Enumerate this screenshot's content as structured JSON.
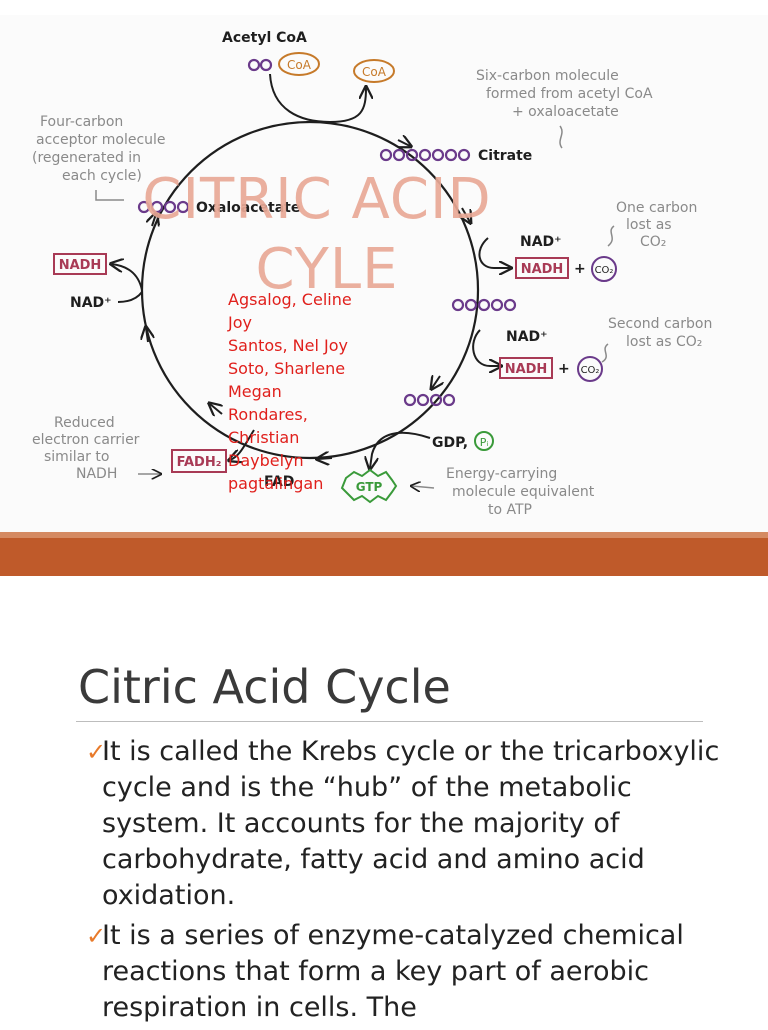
{
  "slide1": {
    "diagram": {
      "acetyl_coa": "Acetyl CoA",
      "coa_left": "CoA",
      "coa_right": "CoA",
      "six_carbon_note": [
        "Six-carbon molecule",
        "formed from acetyl CoA",
        "+ oxaloacetate"
      ],
      "four_carbon_note": [
        "Four-carbon",
        "acceptor molecule",
        "(regenerated in",
        "each cycle)"
      ],
      "citrate": "Citrate",
      "oxaloacetate": "Oxaloacetate",
      "nad_plus_1": "NAD⁺",
      "nadh_1": "NADH",
      "co2_1": "CO₂",
      "one_carbon_note": [
        "One carbon",
        "lost as",
        "CO₂"
      ],
      "nad_plus_2": "NAD⁺",
      "nadh_2": "NADH",
      "co2_2": "CO₂",
      "second_carbon_note": [
        "Second carbon",
        "lost as CO₂"
      ],
      "nadh_left": "NADH",
      "nad_plus_left": "NAD⁺",
      "reduced_note": [
        "Reduced",
        "electron carrier",
        "similar to",
        "NADH"
      ],
      "fadh2": "FADH₂",
      "fad": "FAD",
      "gdp": "GDP,",
      "pi": "Pᵢ",
      "gtp": "GTP",
      "energy_note": [
        "Energy-carrying",
        "molecule equivalent",
        "to ATP"
      ],
      "plus": "+"
    },
    "title_line1": "CITRIC ACID",
    "title_line2": "CYLE",
    "authors": [
      "Agsalog, Celine",
      "Joy",
      "Santos, Nel Joy",
      "Soto, Sharlene",
      "Megan",
      "Rondares,",
      "Christian",
      "Daybelyn",
      "pagtalingan"
    ],
    "colors": {
      "title": "#e8a896",
      "authors": "#e0201c",
      "band": "#bf5a2a",
      "nadh_box": "#a83a55",
      "carbon": "#6a3a8a",
      "coa": "#c67a2a",
      "gtp": "#3a9a3a"
    }
  },
  "slide2": {
    "title": "Citric Acid Cycle",
    "bullets": [
      "It is called the Krebs cycle or the tricarboxylic cycle and is the “hub” of the metabolic system.  It accounts for the majority of carbohydrate, fatty acid and amino acid oxidation.",
      "It is a series of enzyme-catalyzed chemical reactions that form a key part of aerobic respiration in cells. The"
    ],
    "check_icon": "✓"
  }
}
